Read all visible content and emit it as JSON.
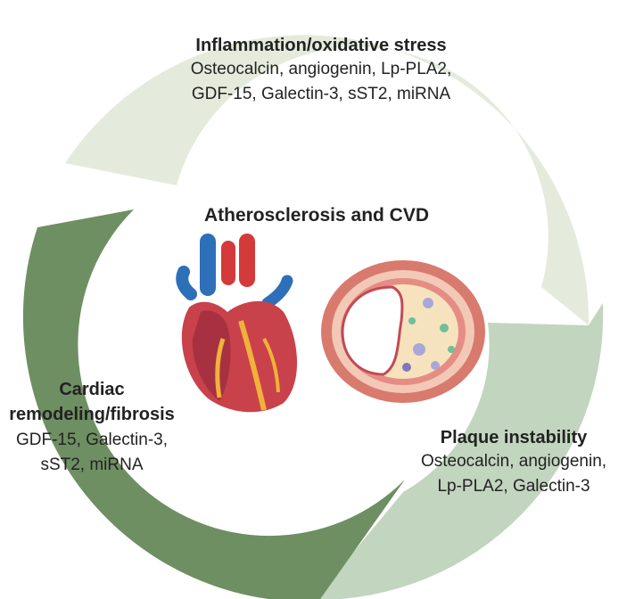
{
  "center": {
    "title": "Atherosclerosis and CVD"
  },
  "segments": [
    {
      "id": "inflammation",
      "title": "Inflammation/oxidative stress",
      "lines": [
        "Osteocalcin, angiogenin, Lp-PLA2,",
        "GDF-15, Galectin-3, sST2, miRNA"
      ],
      "color": "#e4ebdc"
    },
    {
      "id": "plaque",
      "title": "Plaque instability",
      "lines": [
        "Osteocalcin, angiogenin,",
        "Lp-PLA2, Galectin-3"
      ],
      "color": "#c2d5bf"
    },
    {
      "id": "remodeling",
      "title_lines": [
        "Cardiac",
        "remodeling/fibrosis"
      ],
      "lines": [
        "GDF-15, Galectin-3,",
        "sST2, miRNA"
      ],
      "color": "#6e8f62"
    }
  ],
  "illustrations": [
    {
      "name": "heart-icon",
      "description_icon": "anatomical heart"
    },
    {
      "name": "artery-cross-section-icon",
      "description_icon": "artery with plaque"
    }
  ]
}
